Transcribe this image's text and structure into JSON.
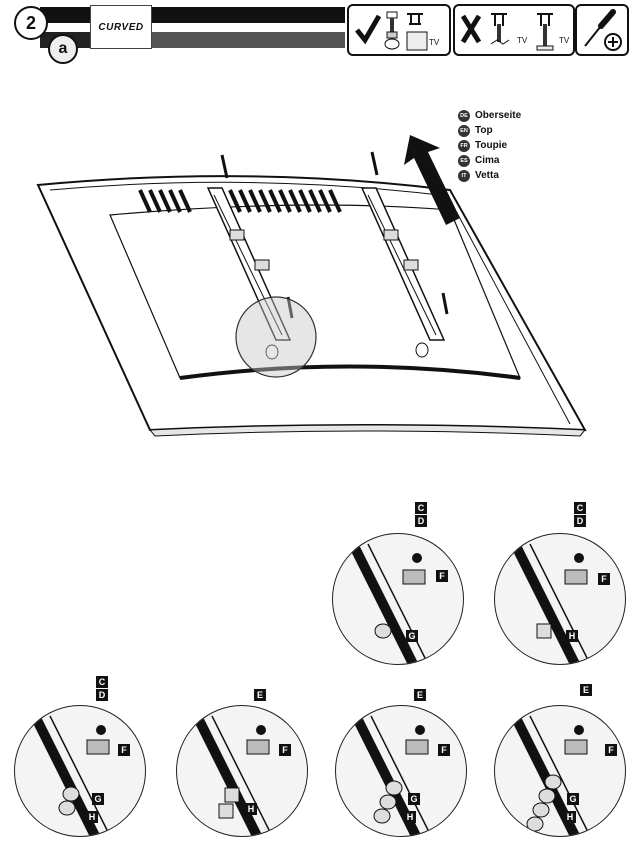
{
  "header": {
    "step_number": "2",
    "sub_step": "a",
    "badge_text": "CURVED",
    "tv_label": "TV"
  },
  "languages": [
    {
      "code": "DE",
      "label": "Oberseite"
    },
    {
      "code": "EN",
      "label": "Top"
    },
    {
      "code": "FR",
      "label": "Toupie"
    },
    {
      "code": "ES",
      "label": "Cima"
    },
    {
      "code": "IT",
      "label": "Vetta"
    }
  ],
  "details": [
    {
      "screw": [
        "C",
        "D"
      ],
      "plate": "F",
      "spacer": "G",
      "stack": 1
    },
    {
      "screw": [
        "C",
        "D"
      ],
      "plate": "F",
      "spacer": "H",
      "stack": 1
    },
    {
      "screw": [
        "C",
        "D"
      ],
      "plate": "F",
      "spacer": "G",
      "spacer2": "H",
      "stack": 2
    },
    {
      "screw": [
        "E"
      ],
      "plate": "F",
      "spacer": "H",
      "stack": 2
    },
    {
      "screw": [
        "E"
      ],
      "plate": "F",
      "spacer": "G",
      "spacer2": "H",
      "stack": 3
    },
    {
      "screw": [
        "E"
      ],
      "plate": "F",
      "spacer": "G",
      "spacer2": "H",
      "stack": 4
    }
  ]
}
